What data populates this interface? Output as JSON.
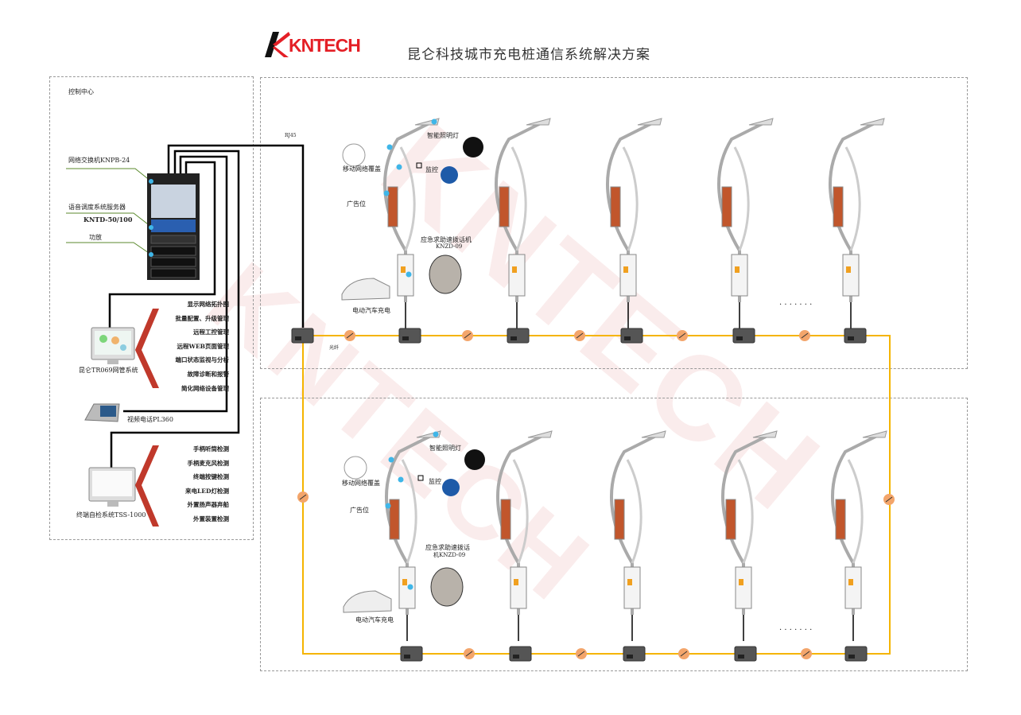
{
  "header": {
    "logo_text": "KNTECH",
    "title": "昆仑科技城市充电桩通信系统解决方案"
  },
  "control_center": {
    "title": "控制中心",
    "switch_label": "网络交换机KNPB-24",
    "server_label": "语音调度系统服务器",
    "server_model": "KNTD-50/100",
    "amp_label": "功放",
    "nms_label": "昆仑TR069网管系统",
    "nms_features": [
      "显示网络拓扑图",
      "批量配置、升级管理",
      "远程工控管理",
      "远程WEB页面管理",
      "端口状态监视与分析",
      "故障诊断和报警",
      "简化网络设备管理"
    ],
    "video_phone_label": "视频电话PL360",
    "tss_label": "终端自检系统TSS-1000",
    "tss_features": [
      "手柄听筒检测",
      "手柄麦克风检测",
      "终端按键检测",
      "来电LED灯检测",
      "外置扬声器弃船",
      "外置装置检测"
    ]
  },
  "links": {
    "rj45": "RJ45",
    "fiber": "光纤"
  },
  "top_group": {
    "lighting": "智能照明灯",
    "mobile": "移动网络覆盖",
    "camera": "监控",
    "ad": "广告位",
    "phone_line1": "应急求助速拨话机",
    "phone_line2": "KNZD-09",
    "ev": "电动汽车充电",
    "more": "· · · · · · ·"
  },
  "bottom_group": {
    "lighting": "智能照明灯",
    "mobile": "移动网络覆盖",
    "camera": "监控",
    "ad": "广告位",
    "phone_line1": "应急求助速拨话",
    "phone_line2": "机KNZD-09",
    "ev": "电动汽车充电",
    "more": "· · · · · · ·"
  },
  "colors": {
    "brand": "#e41f26",
    "fiber": "#f5b400",
    "callout": "#5b8a2e",
    "dot": "#3fb6e8"
  }
}
